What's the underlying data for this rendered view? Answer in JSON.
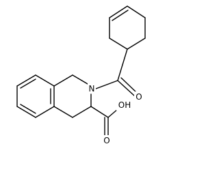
{
  "molecule": {
    "atoms": {
      "nitrogen": "N",
      "carbonyl_oxygen": "O",
      "acid_group": "OH",
      "acid_carbonyl_oxygen": "O"
    },
    "colors": {
      "bond": "#000000",
      "label": "#000000",
      "background": "#ffffff"
    }
  }
}
